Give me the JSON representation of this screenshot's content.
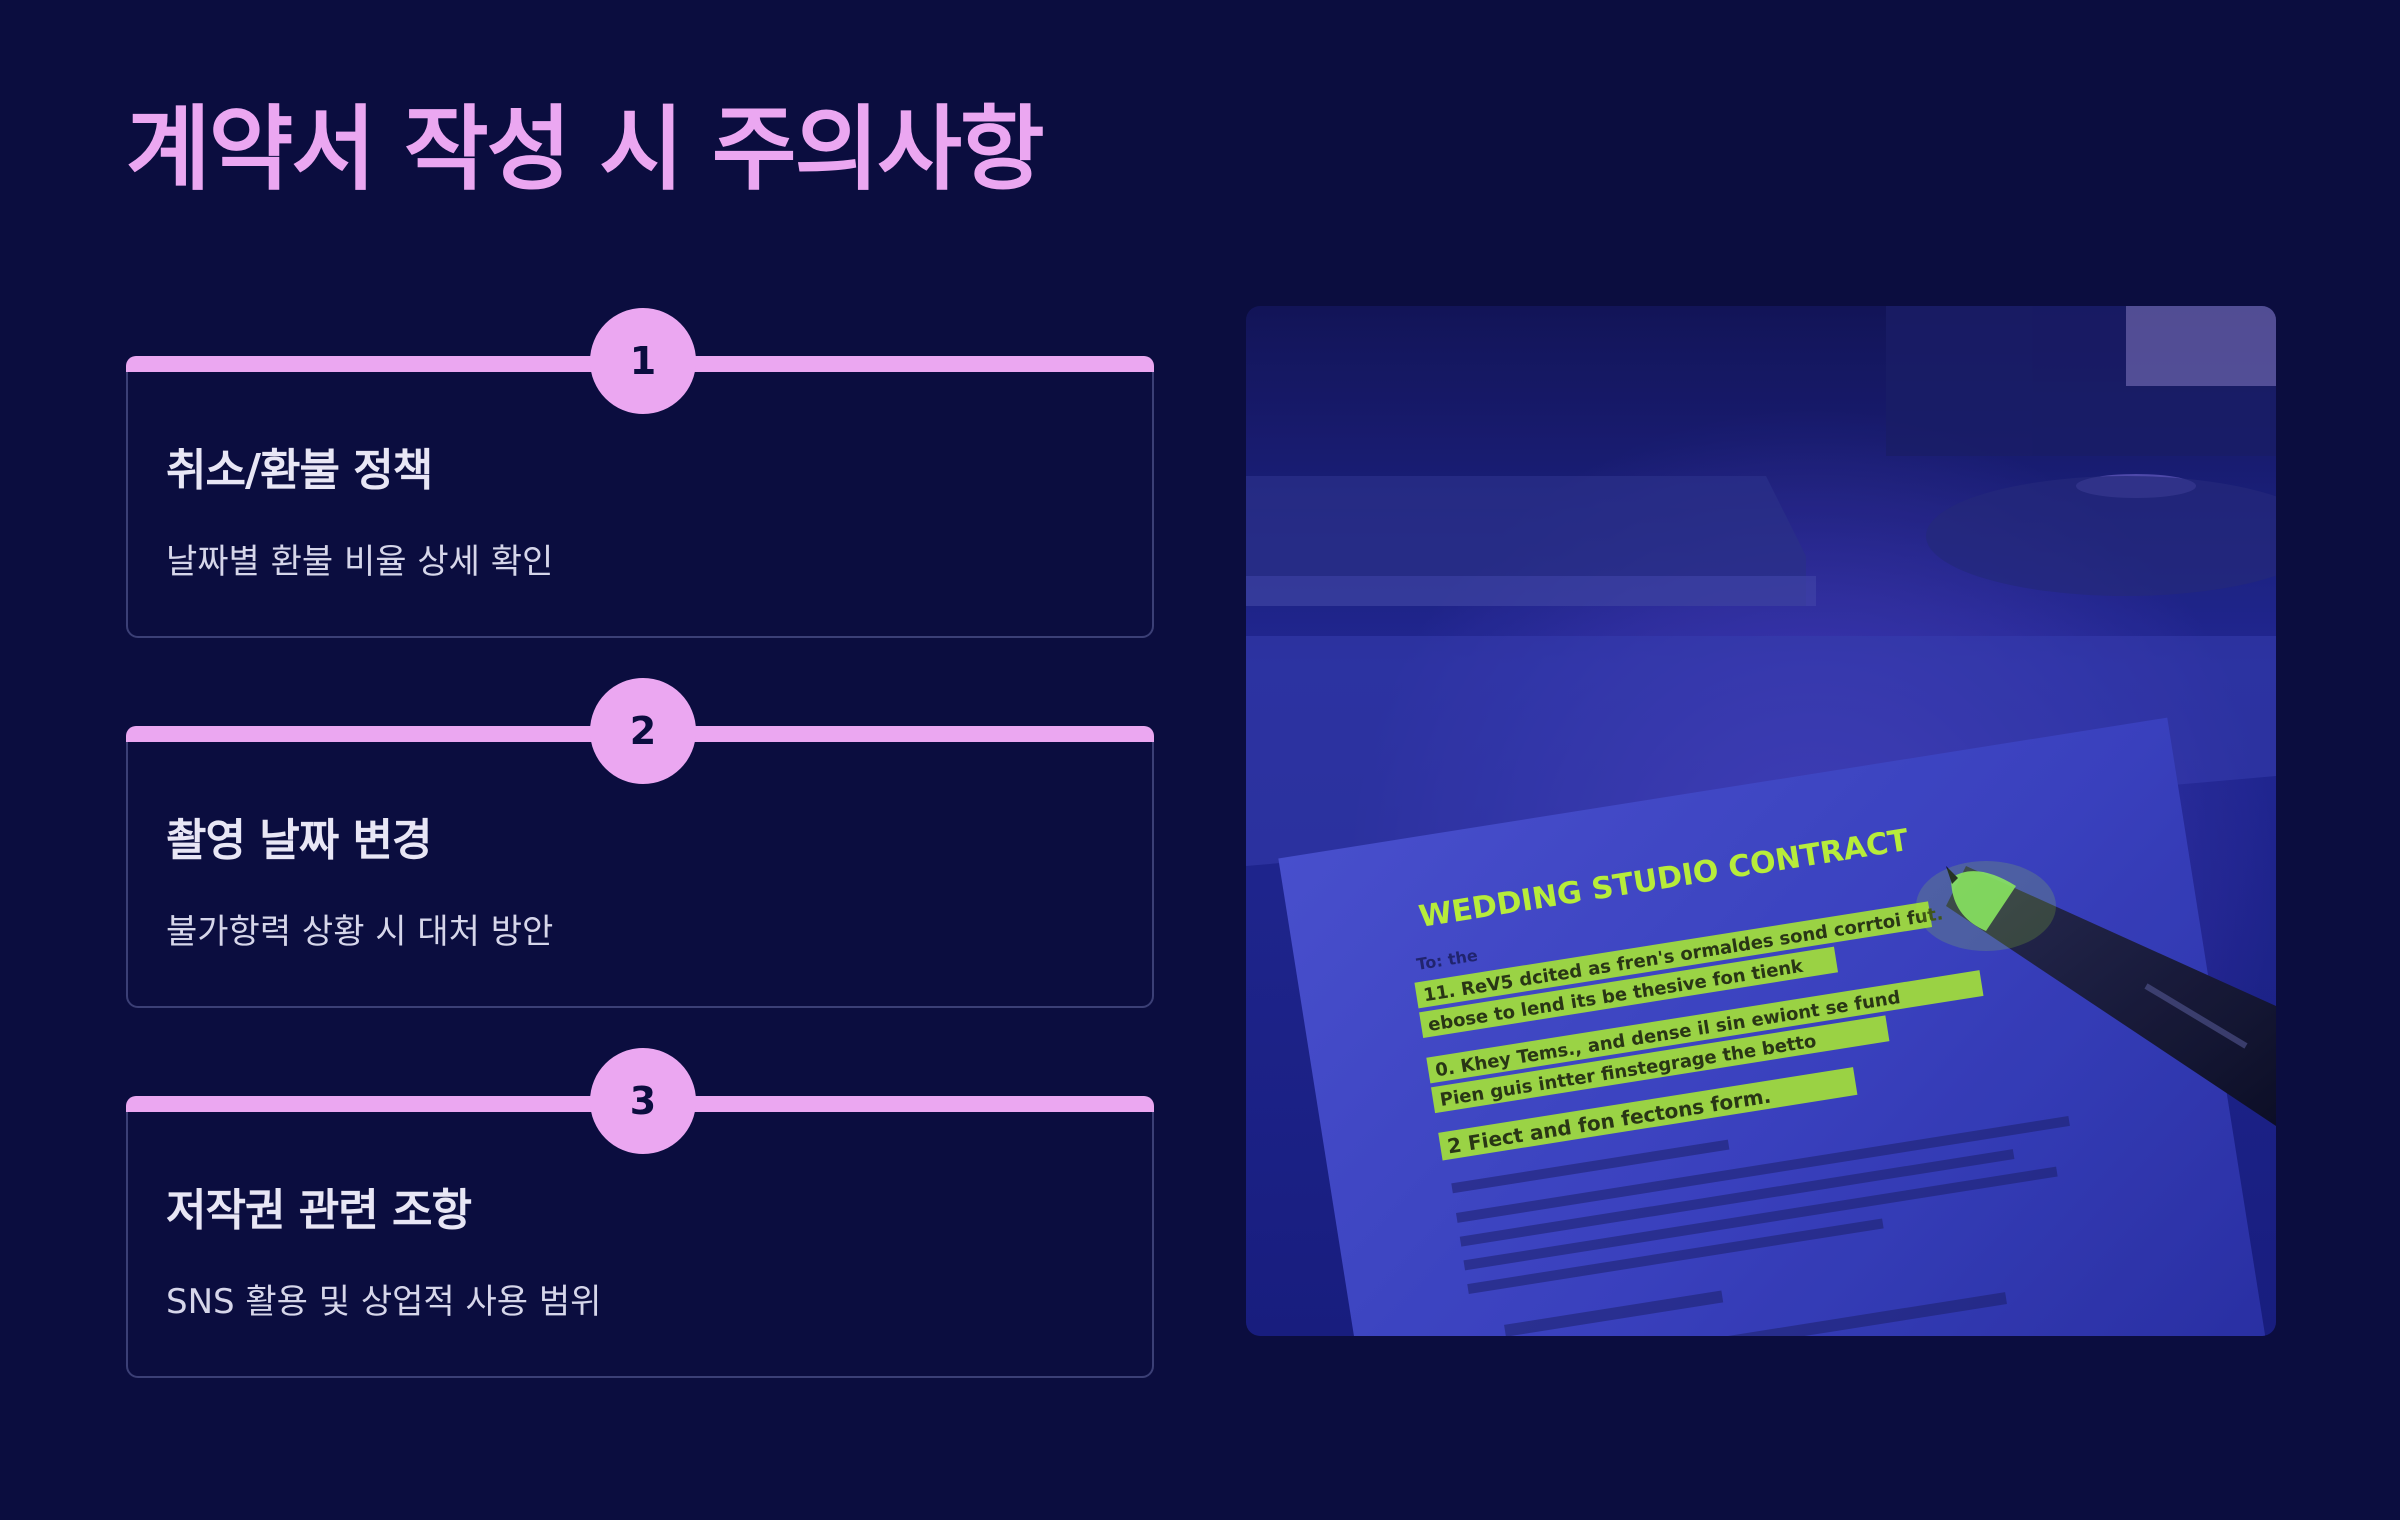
{
  "page": {
    "title": "계약서 작성 시 주의사항"
  },
  "cards": [
    {
      "number": "1",
      "title": "취소/환불 정책",
      "description": "날짜별 환불 비율 상세 확인"
    },
    {
      "number": "2",
      "title": "촬영 날짜 변경",
      "description": "불가항력 상황 시 대처 방안"
    },
    {
      "number": "3",
      "title": "저작권 관련 조항",
      "description": "SNS 활용 및 상업적 사용 범위"
    }
  ],
  "photo": {
    "document_heading": "WEDDING STUDIO CONTRACT",
    "document_lines": [
      "To: the",
      "11. ReV5 dcited as fren's ormaldes sond corrtoi fut.",
      "ebose to lend its be thesive fon tienk",
      "0. Khey Tems., and dense il sin ewiont se fund",
      "Pien guis intter finstegrage the betto",
      "2 Fiect and fon fectons form."
    ]
  },
  "colors": {
    "background": "#0b0d3f",
    "accent": "#eba7f1",
    "card_border": "#3b3f76",
    "highlighter": "#b8ff2e"
  }
}
